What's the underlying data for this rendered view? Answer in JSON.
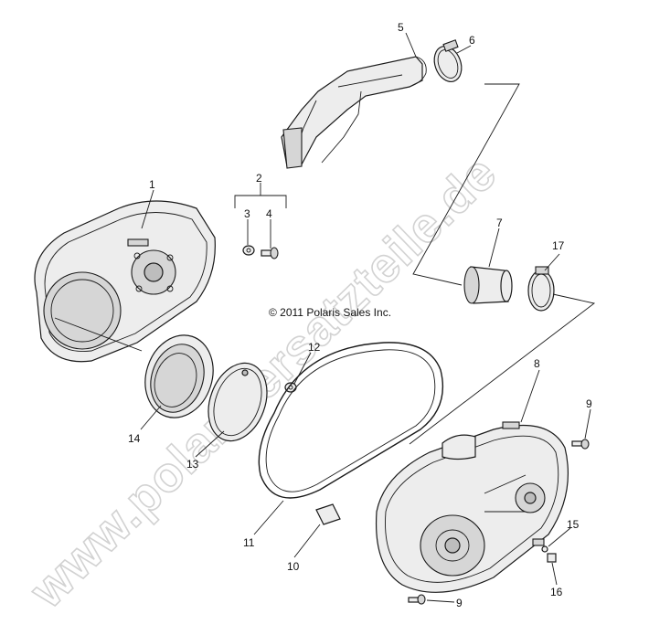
{
  "copyright": "© 2011 Polaris Sales Inc.",
  "watermark": "www.polarisersatzteile.de",
  "callouts": {
    "c1": "1",
    "c2": "2",
    "c3": "3",
    "c4": "4",
    "c5": "5",
    "c6": "6",
    "c7": "7",
    "c8": "8",
    "c9a": "9",
    "c9b": "9",
    "c10": "10",
    "c11": "11",
    "c12": "12",
    "c13": "13",
    "c14": "14",
    "c15": "15",
    "c16": "16",
    "c17": "17"
  },
  "colors": {
    "line": "#1a1a1a",
    "part_fill": "#ededed",
    "watermark": "#d2d2d2"
  }
}
